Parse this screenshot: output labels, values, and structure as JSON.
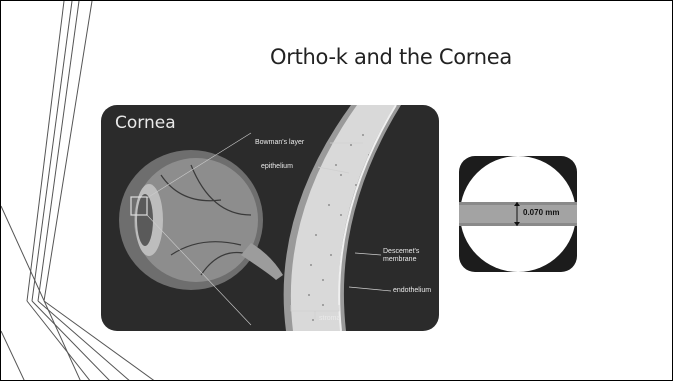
{
  "slide": {
    "title": "Ortho-k and the Cornea"
  },
  "figure": {
    "title": "Cornea",
    "labels": {
      "bowmans_layer": "Bowman's layer",
      "epithelium": "epithelium",
      "descemets_membrane_line1": "Descemet's",
      "descemets_membrane_line2": "membrane",
      "endothelium": "endothelium",
      "stroma": "stroma"
    }
  },
  "inset": {
    "measurement": "0.070 mm"
  },
  "colors": {
    "figure_background": "#2b2b2b",
    "cornea_band": "#d9d9d9",
    "inset_band": "#8a8a8a"
  }
}
